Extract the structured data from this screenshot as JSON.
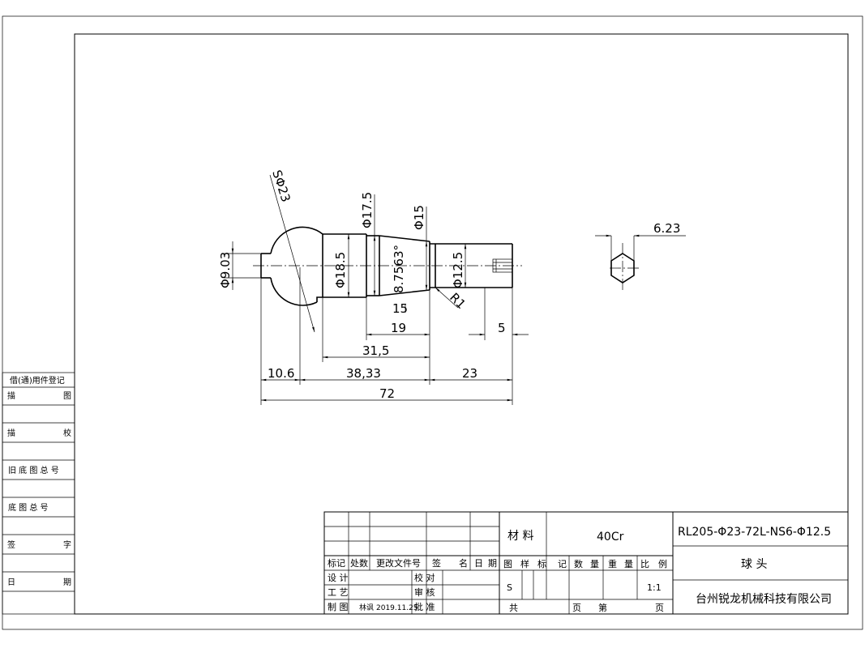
{
  "side_panel": {
    "borrow_register": "借(通)用件登记",
    "trace": [
      "描",
      "图"
    ],
    "check": [
      "描",
      "校"
    ],
    "old_base_no": "旧 底 图 总 号",
    "base_no": "底  图  总  号",
    "sign": [
      "签",
      "字"
    ],
    "date": [
      "日",
      "期"
    ]
  },
  "drawing": {
    "dims": {
      "sphere": "SΦ23",
      "neck_dia": "Φ9.03",
      "d185": "Φ18.5",
      "d175": "Φ17.5",
      "d15": "Φ15",
      "taper": "8.7563°",
      "d125": "Φ12.5",
      "r1": "R1",
      "l15": "15",
      "l19": "19",
      "l315": "31,5",
      "l106": "10.6",
      "l3833": "38,33",
      "l23": "23",
      "l72": "72",
      "l5": "5",
      "hex": "6.23"
    }
  },
  "title_block": {
    "rev_headers": [
      "标记",
      "处数",
      "更改文件号",
      "签",
      "名",
      "日",
      "期"
    ],
    "design": "设  计",
    "process": "工  艺",
    "draw": "制  图",
    "draw_person": "林讽",
    "draw_date": "2019.11.25",
    "proofread": "校  对",
    "review": "审  核",
    "approve": "批  准",
    "material_label": "材  料",
    "material": "40Cr",
    "part_no": "RL205-Φ23-72L-NS6-Φ12.5",
    "mark_headers": [
      "图",
      "样",
      "标",
      "记",
      "数",
      "量",
      "重",
      "量",
      "比",
      "例"
    ],
    "mark_value": "S",
    "scale": "1:1",
    "part_name": "球   头",
    "total": "共",
    "page": "页",
    "no": "第",
    "page2": "页",
    "company": "台州锐龙机械科技有限公司"
  }
}
